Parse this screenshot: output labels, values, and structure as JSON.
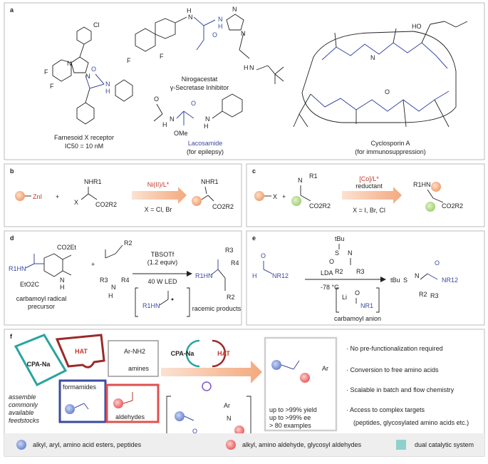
{
  "panels": {
    "a": {
      "label": "a",
      "compounds": [
        {
          "name_line1": "Farnesoid X receptor",
          "name_line2": "IC50 = 10 nM",
          "atoms": [
            "Cl",
            "N",
            "N",
            "F",
            "F",
            "N",
            "H",
            "O"
          ]
        },
        {
          "name_line1": "Nirogacestat",
          "name_line2": "γ-Secretase Inhibitor",
          "atoms": [
            "H",
            "N",
            "O",
            "N",
            "H",
            "N",
            "N",
            "H",
            "N",
            "F",
            "F"
          ]
        },
        {
          "name_line1": "Lacosamide",
          "name_line2": "(for epilepsy)",
          "atoms": [
            "O",
            "H",
            "N",
            "O",
            "N",
            "H",
            "OMe"
          ]
        },
        {
          "name_line1": "Cyclosporin A",
          "name_line2": "(for immunosuppression)",
          "atoms": [
            "HO",
            "N",
            "O"
          ]
        }
      ]
    },
    "b": {
      "label": "b",
      "reagent1": "ZnI",
      "plus": "+",
      "reagent2_top": "NHR1",
      "reagent2_x": "X",
      "reagent2_ester": "CO2R2",
      "catalyst": "Ni(II)/L*",
      "conditions": "X = Cl, Br",
      "product_top": "NHR1",
      "product_ester": "CO2R2"
    },
    "c": {
      "label": "c",
      "reagent1": "X",
      "plus": "+",
      "imine_r": "R1",
      "imine_n": "N",
      "imine_ester": "CO2R2",
      "catalyst": "[Co]/L*",
      "reductant": "reductant",
      "conditions": "X = I, Br, Cl",
      "product_top": "R1HN",
      "product_ester": "CO2R2"
    },
    "d": {
      "label": "d",
      "reagent1_amide": "R1HN",
      "reagent1_ester_top": "CO2Et",
      "reagent1_ester_bottom": "EtO2C",
      "reagent1_n": "N",
      "reagent1_h": "H",
      "reagent1_caption_1": "carbamoyl radical",
      "reagent1_caption_2": "precursor",
      "plus": "+",
      "aldehyde_r": "R2",
      "amine_r3": "R3",
      "amine_r4": "R4",
      "amine_n": "N",
      "amine_h": "H",
      "catalyst": "TBSOTf",
      "catalyst_equiv": "(1.2 equiv)",
      "light": "40 W LED",
      "intermediate": "R1HN",
      "product_amide": "R1HN",
      "product_r3": "R3",
      "product_r4": "R4",
      "product_r2": "R2",
      "product_caption": "racemic products"
    },
    "e": {
      "label": "e",
      "reagent1_h": "H",
      "reagent1_nr": "NR12",
      "reagent1_o": "O",
      "sulfinyl_tbu": "tBu",
      "sulfinyl_s": "S",
      "sulfinyl_o": "O",
      "imine_n": "N",
      "imine_r2": "R2",
      "imine_r3": "R3",
      "base": "LDA",
      "temperature": "-78 °C",
      "anion_li": "Li",
      "anion_o": "O",
      "anion_nr": "NR1",
      "anion_caption": "carbamoyl anion",
      "product_tbu": "tBu",
      "product_s": "S",
      "product_nh": "N",
      "product_o": "O",
      "product_nr": "NR12",
      "product_r2": "R2",
      "product_r3": "R3"
    },
    "f": {
      "label": "f",
      "puzzle": {
        "cpa": "CPA-Na",
        "hat": "HAT",
        "amine_text": "Ar-NH2",
        "amines": "amines",
        "formamides": "formamides",
        "aldehydes": "aldehydes",
        "assemble_1": "assemble",
        "assemble_2": "commonly",
        "assemble_3": "available",
        "assemble_4": "feedstocks"
      },
      "cycle": {
        "cpa": "CPA-Na",
        "hat": "HAT"
      },
      "intermediate_ar": "Ar",
      "intermediate_n": "N",
      "intermediate_o": "O",
      "result": {
        "ar": "Ar",
        "yield": "up to >99% yield",
        "ee": "up to >99% ee",
        "examples": "> 80 examples"
      },
      "features": [
        "No pre-functionalization required",
        "Conversion to free amino acids",
        "Scalable in batch and flow chemistry",
        "Access to complex targets",
        "(peptides, glycosylated amino acids etc.)"
      ]
    }
  },
  "legend": {
    "blue_text": "alkyl, aryl, amino acid esters, peptides",
    "red_text": "alkyl, amino aldehyde, glycosyl aldehydes",
    "teal_text": "dual catalytic system",
    "colors": {
      "blue": "#7f97d6",
      "red": "#ef7b7b",
      "teal": "#8fd0cc",
      "orange": "#f3a97e",
      "green": "#b6dd8f",
      "maroon": "#9b2a2a",
      "navy": "#3b4aa0"
    }
  }
}
